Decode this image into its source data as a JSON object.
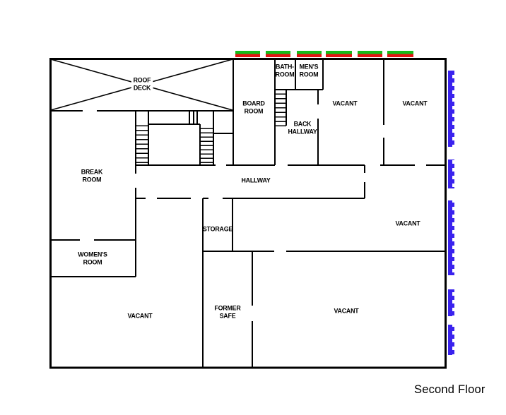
{
  "title": "Second Floor",
  "colors": {
    "wall": "#000000",
    "window_blue": "#3a22ee",
    "marker_green": "#14bd1a",
    "marker_red": "#e31414"
  },
  "rooms": {
    "roof_deck": "ROOF\nDECK",
    "board_room": "BOARD\nROOM",
    "bathroom": "BATH-\nROOM",
    "mens_room": "MEN'S\nROOM",
    "back_hallway": "BACK\nHALLWAY",
    "vacant_top_middle": "VACANT",
    "vacant_top_right": "VACANT",
    "break_room": "BREAK\nROOM",
    "hallway": "HALLWAY",
    "storage": "STORAGE",
    "vacant_middle_right": "VACANT",
    "womens_room": "WOMEN'S\nROOM",
    "former_safe": "FORMER\nSAFE",
    "vacant_bottom_left": "VACANT",
    "vacant_bottom_right": "VACANT"
  }
}
